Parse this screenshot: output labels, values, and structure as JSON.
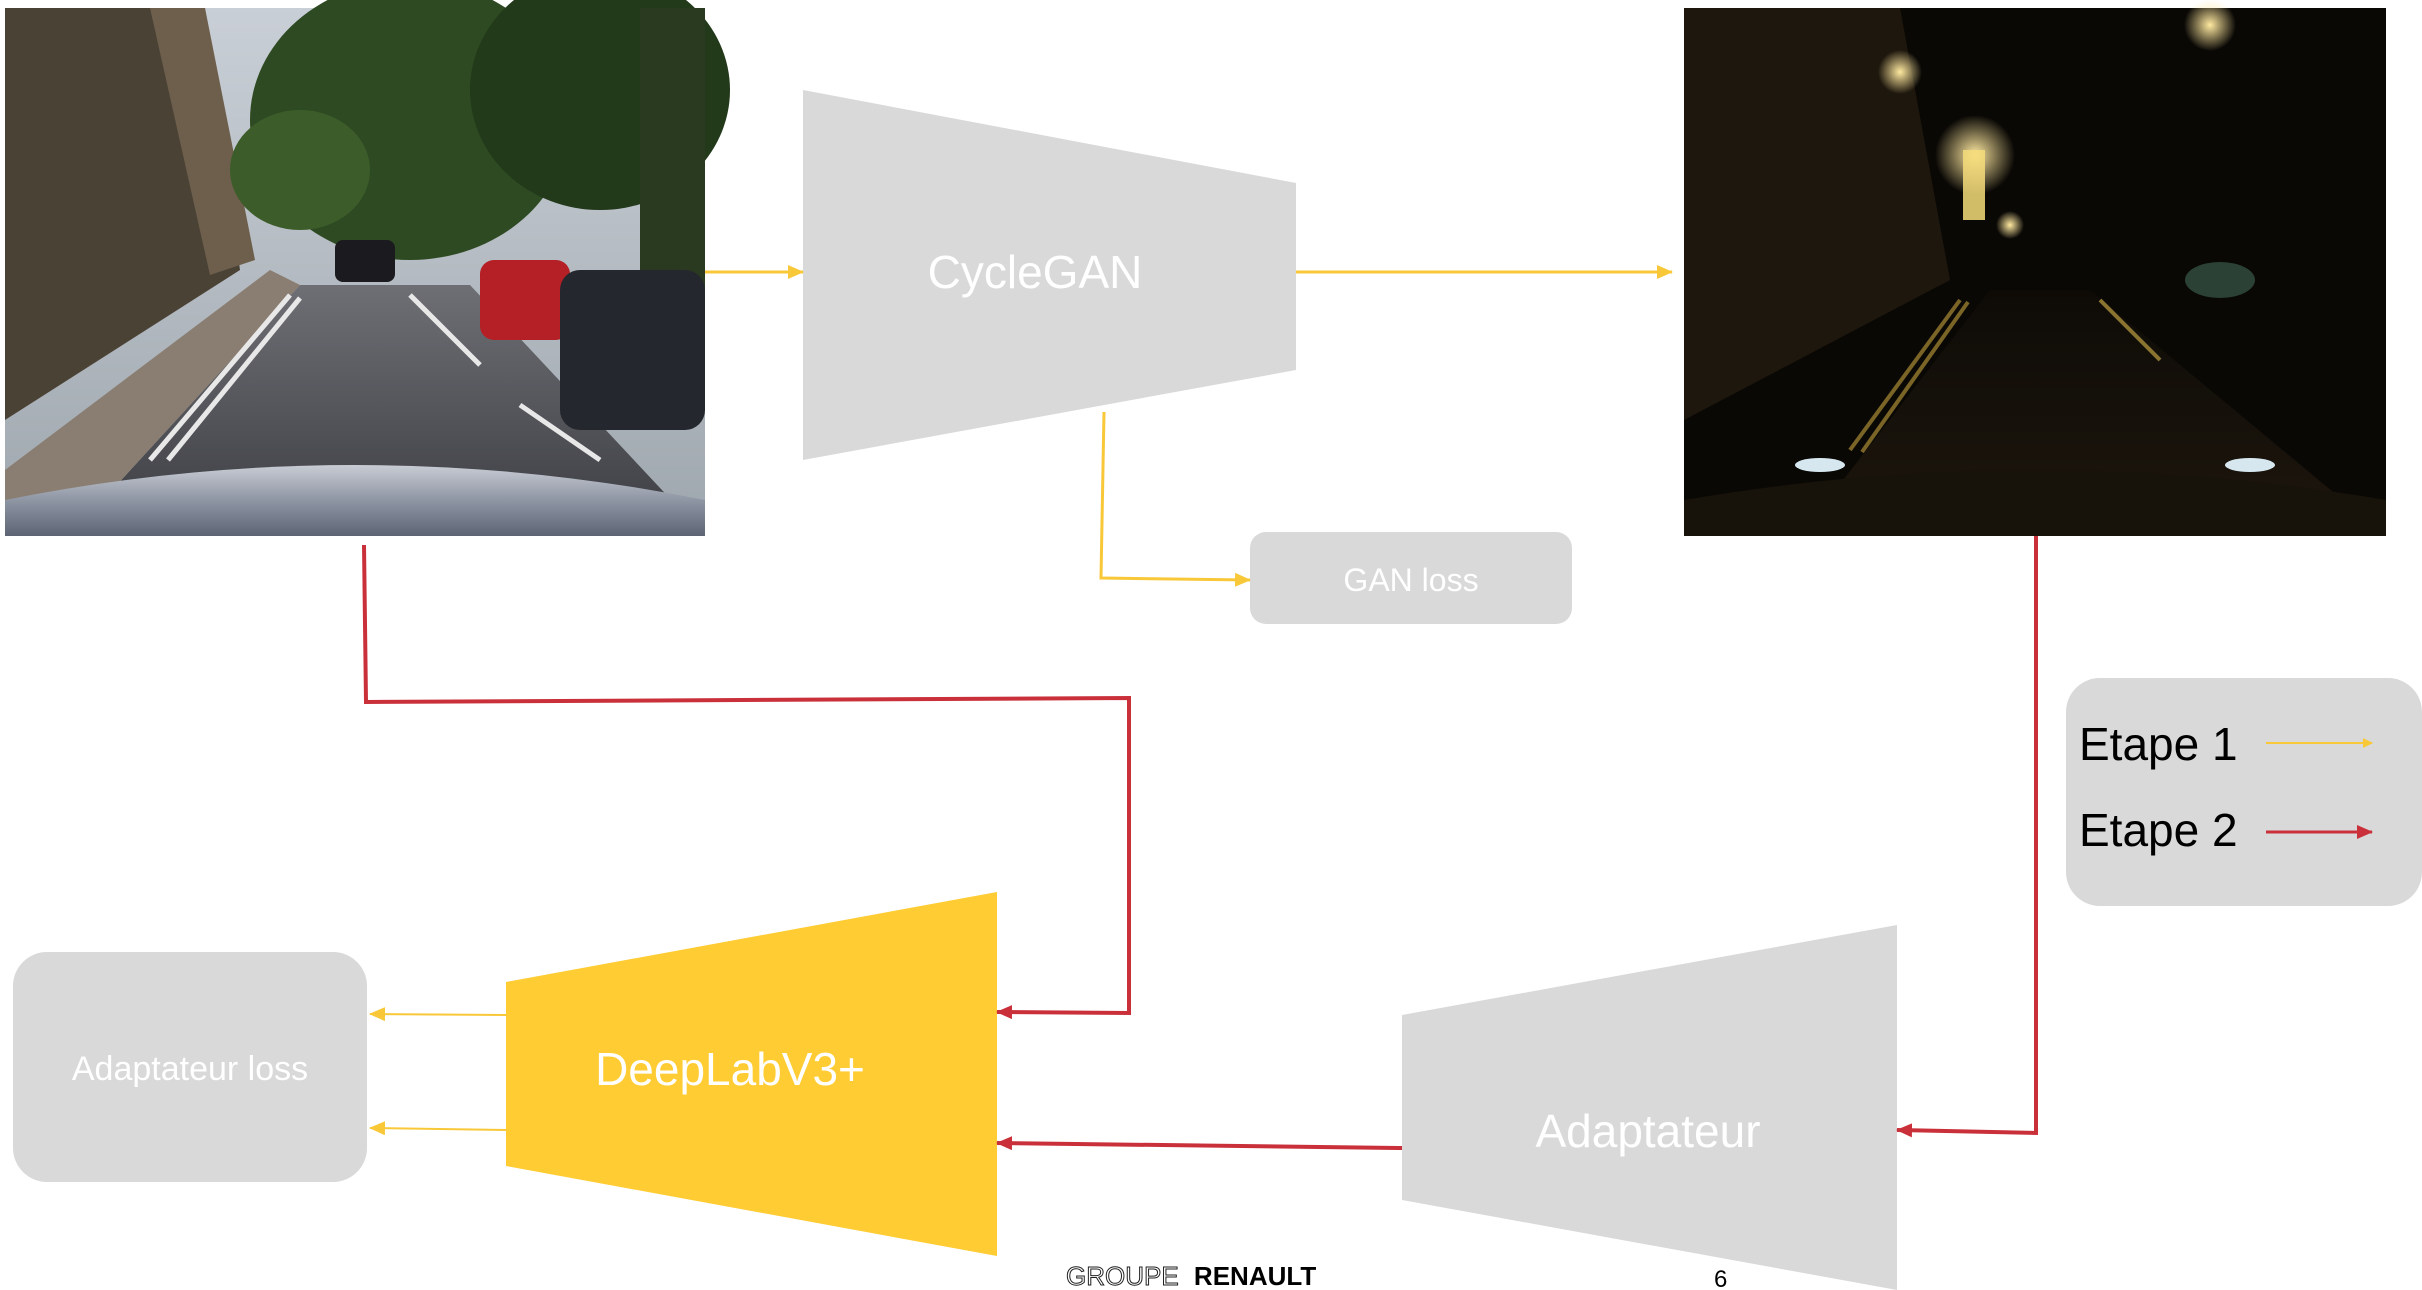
{
  "nodes": {
    "cyclegan": "CycleGAN",
    "gan_loss": "GAN loss",
    "deeplab": "DeepLabV3+",
    "adaptateur": "Adaptateur",
    "adaptateur_loss": "Adaptateur loss"
  },
  "legend": {
    "step1": "Etape 1",
    "step2": "Etape 2"
  },
  "footer": {
    "brand_light": "GROUPE",
    "brand_bold": "RENAULT",
    "page_number": "6"
  },
  "colors": {
    "step1_arrow": "#F8C839",
    "step2_arrow": "#C9303A",
    "deeplab_fill": "#FFCC33",
    "gray_block": "#D9D9D9"
  },
  "images": {
    "day": "day-street-photo",
    "night": "night-street-photo"
  }
}
